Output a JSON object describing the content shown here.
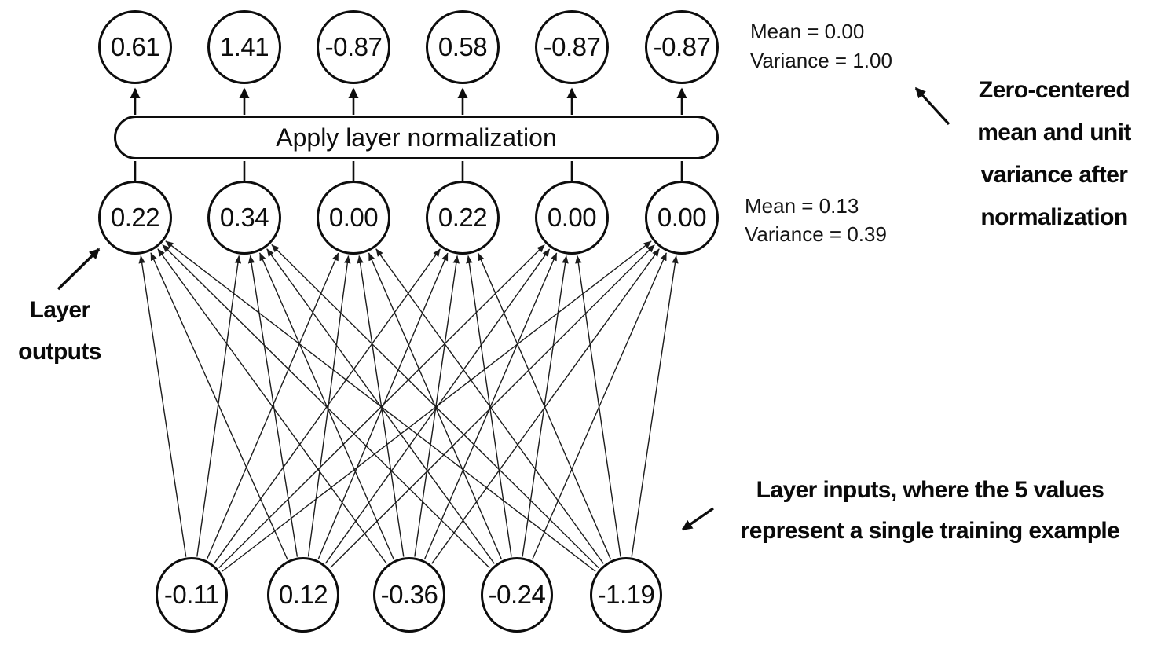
{
  "network": {
    "normalized_row": {
      "values": [
        "0.61",
        "1.41",
        "-0.87",
        "0.58",
        "-0.87",
        "-0.87"
      ],
      "stats": {
        "mean_line": "Mean = 0.00",
        "variance_line": "Variance = 1.00"
      }
    },
    "normalization_box": {
      "label": "Apply layer normalization"
    },
    "output_row": {
      "values": [
        "0.22",
        "0.34",
        "0.00",
        "0.22",
        "0.00",
        "0.00"
      ],
      "stats": {
        "mean_line": "Mean = 0.13",
        "variance_line": "Variance = 0.39"
      }
    },
    "input_row": {
      "values": [
        "-0.11",
        "0.12",
        "-0.36",
        "-0.24",
        "-1.19"
      ]
    }
  },
  "annotations": {
    "normalized_note": {
      "lines": [
        "Zero-centered",
        "mean and unit",
        "variance after",
        "normalization"
      ]
    },
    "outputs_note": {
      "lines": [
        "Layer",
        "outputs"
      ]
    },
    "inputs_note": {
      "lines": [
        "Layer inputs, where the 5 values",
        "represent a single training example"
      ]
    }
  },
  "colors": {
    "ink": "#0d0d0d",
    "wire": "#1c1c1c",
    "background": "#ffffff"
  }
}
